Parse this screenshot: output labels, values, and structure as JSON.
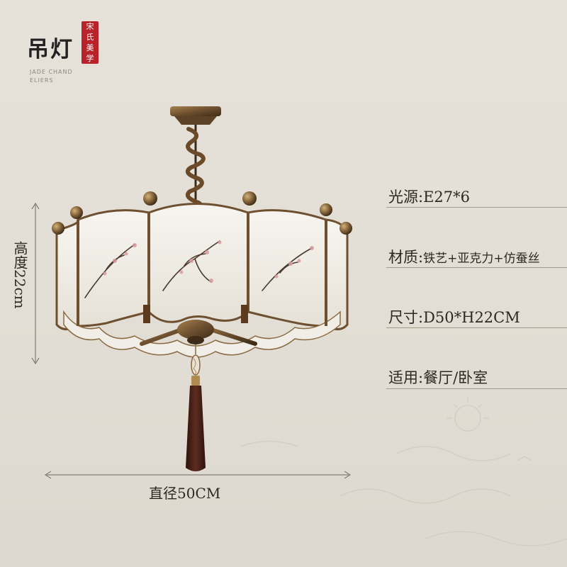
{
  "brand": {
    "title": "吊灯",
    "seal": [
      "宋",
      "氏",
      "美",
      "学"
    ],
    "subtitle_line1": "JADE CHAND",
    "subtitle_line2": "ELIERS"
  },
  "specs": [
    {
      "label": "光源:",
      "value": "E27*6"
    },
    {
      "label": "材质:",
      "value": "铁艺+亚克力+仿蚕丝"
    },
    {
      "label": "尺寸:",
      "value": "D50*H22CM"
    },
    {
      "label": "适用:",
      "value": "餐厅/卧室"
    }
  ],
  "dimensions": {
    "height_label": "高度22cm",
    "diameter_label": "直径50CM"
  },
  "colors": {
    "frame": "#7a5a34",
    "frame_dark": "#4a3620",
    "shade": "#f4f1ea",
    "tassel": "#4a2219",
    "seal": "#b8232a"
  },
  "icons": [
    "pendant-lamp-image",
    "double-arrow-vertical-icon",
    "double-arrow-horizontal-icon"
  ]
}
